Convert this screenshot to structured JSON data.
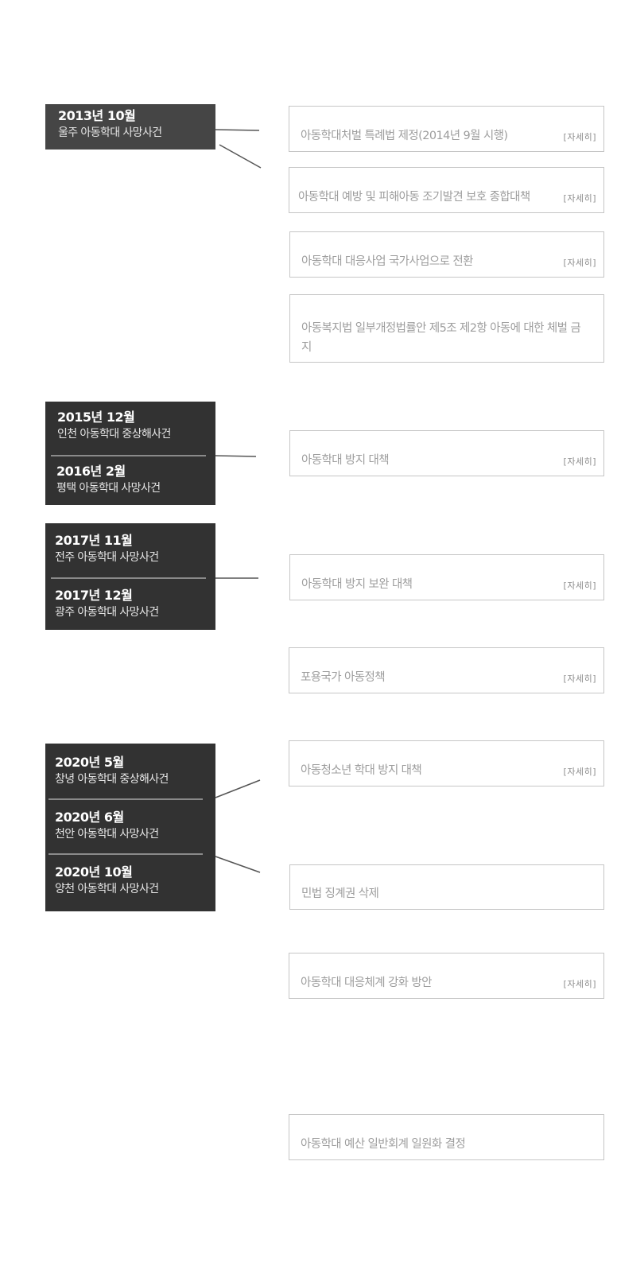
{
  "events": [
    {
      "date": "2013년 10월",
      "name": "울주 아동학대 사망사건"
    },
    {
      "date": "2015년 12월",
      "name": "인천 아동학대 중상해사건"
    },
    {
      "date": "2016년 2월",
      "name": "평택 아동학대 사망사건"
    },
    {
      "date": "2017년 11월",
      "name": "전주 아동학대 사망사건"
    },
    {
      "date": "2017년 12월",
      "name": "광주 아동학대 사망사건"
    },
    {
      "date": "2020년 5월",
      "name": "창녕 아동학대 중상해사건"
    },
    {
      "date": "2020년 6월",
      "name": "천안 아동학대 사망사건"
    },
    {
      "date": "2020년 10월",
      "name": "양천 아동학대 사망사건"
    }
  ],
  "detail_label": "[자세히]",
  "policies": [
    {
      "text": "아동학대처벌 특례법 제정(2014년 9월 시행)"
    },
    {
      "text": "아동학대 예방 및 피해아동 조기발견 보호 종합대책"
    },
    {
      "text": "아동학대 대응사업 국가사업으로 전환"
    },
    {
      "text": "아동복지법 일부개정법률안 제5조 제2항 아동에 대한 체벌 금지"
    },
    {
      "text": "아동학대 방지 대책"
    },
    {
      "text": "아동학대 방지 보완 대책"
    },
    {
      "text": "포용국가 아동정책"
    },
    {
      "text": "아동청소년 학대 방지 대책"
    },
    {
      "text": "민법 징계권 삭제"
    },
    {
      "text": "아동학대 대응체계 강화 방안"
    },
    {
      "text": "아동학대 예산 일반회계 일원화 결정"
    }
  ]
}
